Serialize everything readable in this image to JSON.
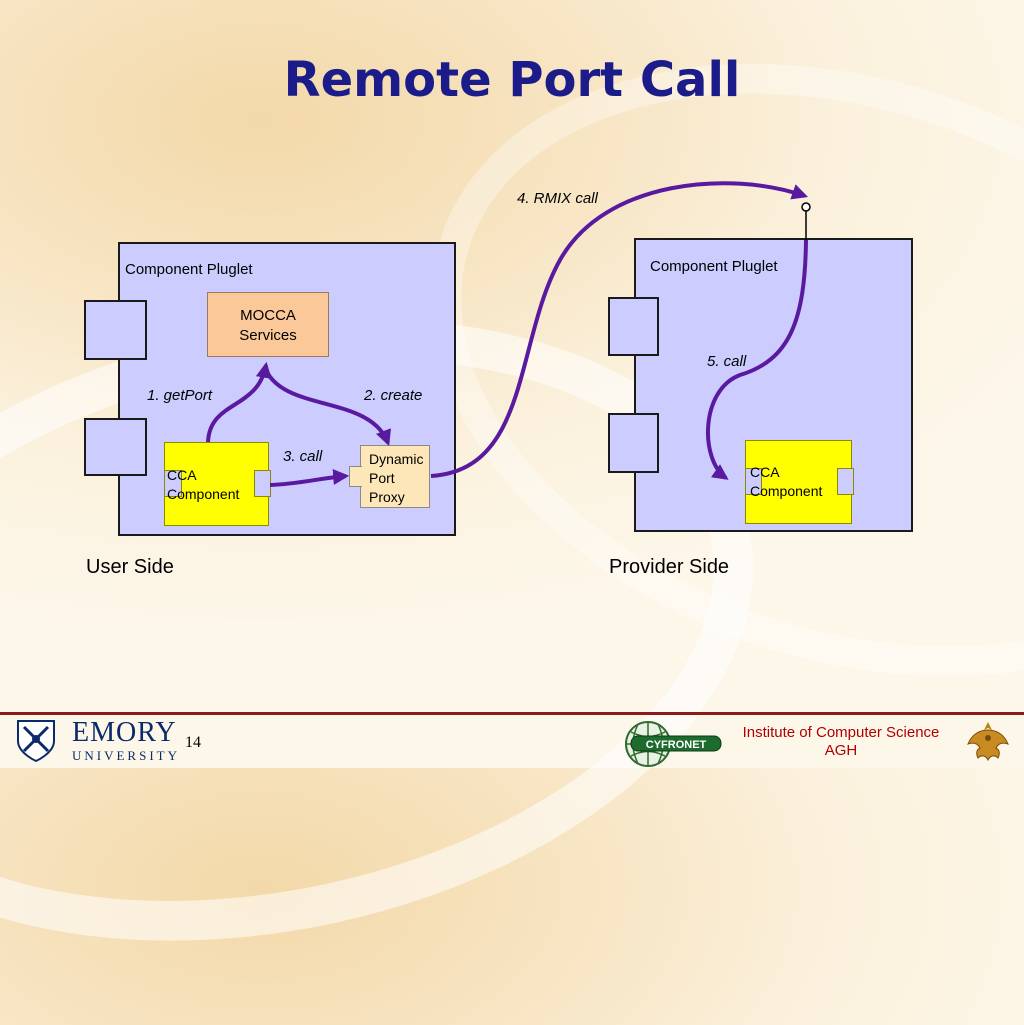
{
  "title": "Remote Port Call",
  "user_side": {
    "caption": "User Side",
    "box_label": "Component Pluglet",
    "services_label": "MOCCA\nServices",
    "proxy_label": "Dynamic\nPort\nProxy",
    "component_label": "CCA\nComponent",
    "step1": "1. getPort",
    "step2": "2. create",
    "step3": "3. call"
  },
  "provider_side": {
    "caption": "Provider Side",
    "box_label": "Component Pluglet",
    "component_label": "CCA\nComponent",
    "step5": "5. call"
  },
  "step4": "4. RMIX call",
  "footer": {
    "logo_left_line1": "EMORY",
    "logo_left_line2": "UNIVERSITY",
    "page_number": "14",
    "institute_line1": "Institute of Computer Science",
    "institute_line2": "AGH",
    "cyfronet": "CYFRONET"
  },
  "colors": {
    "title": "#1b1b8a",
    "box_fill": "#ccccff",
    "component_fill": "#ffff00",
    "services_fill": "#fbc999",
    "proxy_fill": "#fde7b9",
    "arrow": "#5a1aa0",
    "institute_text": "#b00000"
  }
}
